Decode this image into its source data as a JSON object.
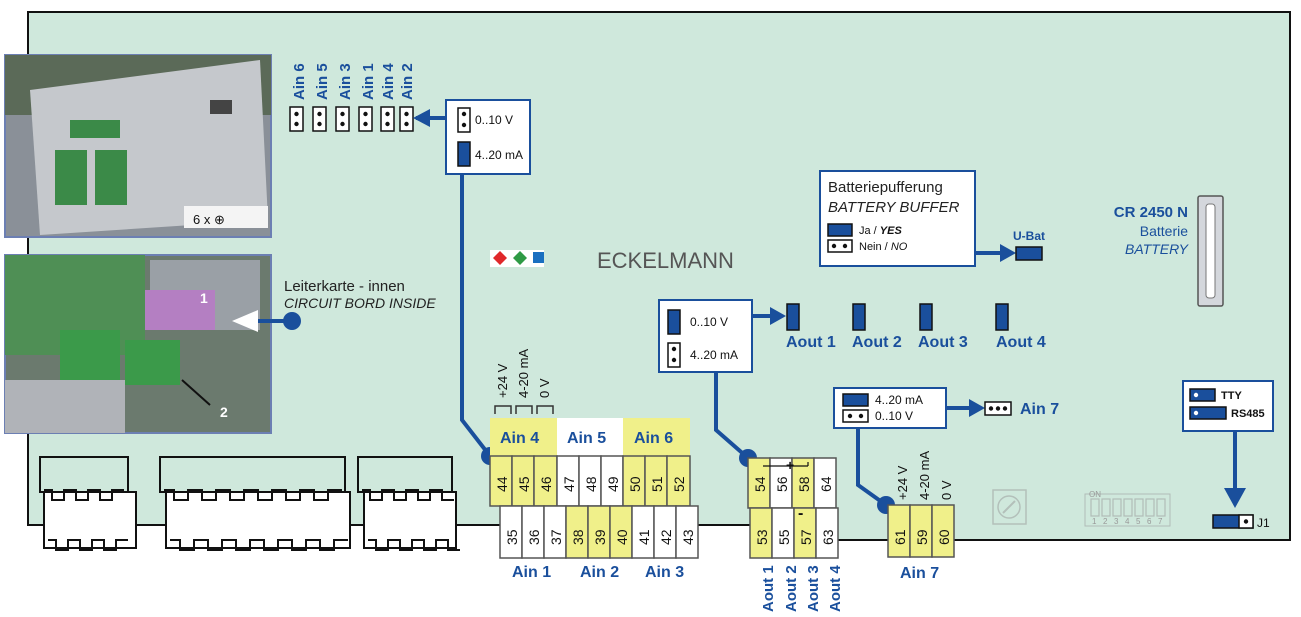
{
  "colors": {
    "board": "#cfe8dc",
    "accent_blue": "#1a4f9c",
    "terminal_yellow": "#f0f08a",
    "logo_red": "#e0282a",
    "logo_green": "#2f9a45",
    "logo_blue": "#1a6fc0"
  },
  "brand": {
    "name": "ECKELMANN"
  },
  "photo_top": {
    "label": "6 x ⊕"
  },
  "photo_bottom": {
    "marker1": "1",
    "marker2": "2"
  },
  "circuit": {
    "line1": "Leiterkarte - innen",
    "line2": "CIRCUIT BORD INSIDE"
  },
  "jumper_top": {
    "labels": [
      "Ain 6",
      "Ain 5",
      "Ain 3",
      "Ain 1",
      "Ain 4",
      "Ain 2"
    ]
  },
  "range_box_1": {
    "option1": "0..10 V",
    "option2": "4..20 mA"
  },
  "battery": {
    "title": "Batteriepufferung",
    "subtitle": "BATTERY BUFFER",
    "yes_a": "Ja /",
    "yes_b": "YES",
    "no_a": "Nein /",
    "no_b": "NO",
    "ubat": "U-Bat",
    "cell_model": "CR 2450 N",
    "cell_de": "Batterie",
    "cell_en": "BATTERY"
  },
  "range_box_2": {
    "option1": "0..10 V",
    "option2": "4..20 mA"
  },
  "aout_labels": [
    "Aout 1",
    "Aout 2",
    "Aout 3",
    "Aout 4"
  ],
  "range_box_3": {
    "option1": "4..20 mA",
    "option2": "0..10 V"
  },
  "ain7_label": "Ain 7",
  "comm_box": {
    "option1": "TTY",
    "option2": "RS485"
  },
  "j1_label": "J1",
  "signal_header": {
    "plus24": "+24 V",
    "ma": "4-20 mA",
    "zero": "0 V"
  },
  "ain_top_labels": [
    "Ain 4",
    "Ain 5",
    "Ain 6"
  ],
  "terminals_ain_top": [
    "44",
    "45",
    "46",
    "47",
    "48",
    "49",
    "50",
    "51",
    "52"
  ],
  "terminals_ain_bottom": [
    "35",
    "36",
    "37",
    "38",
    "39",
    "40",
    "41",
    "42",
    "43"
  ],
  "ain_bottom_labels": [
    "Ain 1",
    "Ain 2",
    "Ain 3"
  ],
  "terminals_aout_top": [
    "54",
    "56",
    "58",
    "64"
  ],
  "terminals_aout_bottom": [
    "53",
    "55",
    "57",
    "63"
  ],
  "aout_plus": "+",
  "aout_minus": "-",
  "aout_bottom_labels": [
    "Aout 1",
    "Aout 2",
    "Aout 3",
    "Aout 4"
  ],
  "ain7_header": {
    "plus24": "+24 V",
    "ma": "4-20 mA",
    "zero": "0 V"
  },
  "terminals_ain7": [
    "61",
    "59",
    "60"
  ],
  "ain7_bottom_label": "Ain 7",
  "dip_label": "ON",
  "dip_numbers": [
    "1",
    "2",
    "3",
    "4",
    "5",
    "6",
    "7"
  ]
}
